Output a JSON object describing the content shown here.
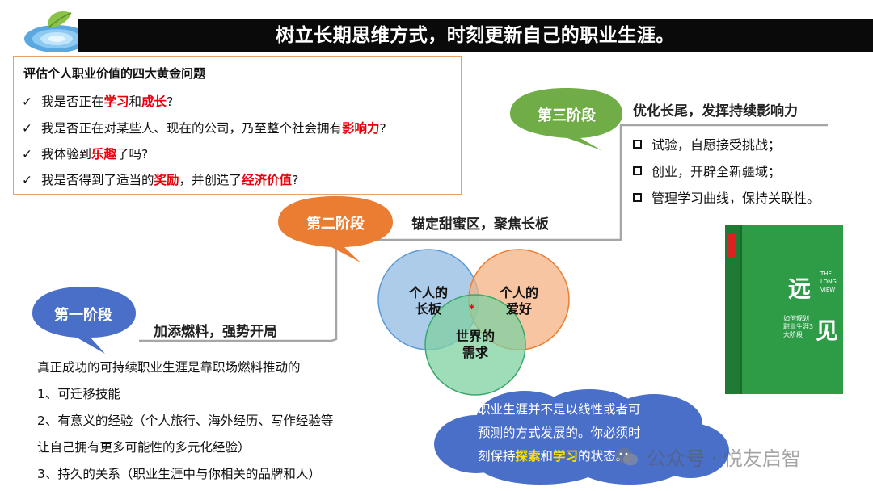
{
  "title": "树立长期思维方式，时刻更新自己的职业生涯。",
  "questions": {
    "heading": "评估个人职业价值的四大黄金问题",
    "check": "✓",
    "q1": {
      "a": "我是否正在",
      "b": "学习",
      "c": "和",
      "d": "成长",
      "e": "?"
    },
    "q2": {
      "a": "我是否正在对某些人、现在的公司，乃至整个社会拥有",
      "b": "影响力",
      "c": "?"
    },
    "q3": {
      "a": "我体验到",
      "b": "乐趣",
      "c": "了吗?"
    },
    "q4": {
      "a": "我是否得到了适当的",
      "b": "奖励",
      "c": "，并创造了",
      "d": "经济价值",
      "e": "?"
    }
  },
  "stages": {
    "s1": {
      "label": "第一阶段",
      "desc": "加添燃料，强势开局"
    },
    "s2": {
      "label": "第二阶段",
      "desc": "锚定甜蜜区，聚焦长板"
    },
    "s3": {
      "label": "第三阶段",
      "desc": "优化长尾，发挥持续影响力"
    }
  },
  "stage3_items": [
    "试验，自愿接受挑战；",
    "创业，开辟全新疆域；",
    "管理学习曲线，保持关联性。"
  ],
  "venn": {
    "c1": "个人的\n长板",
    "c2": "个人的\n爱好",
    "c3": "世界的\n需求",
    "star": "*"
  },
  "book": {
    "title_a": "远",
    "title_b": "见",
    "en": "THE LONG VIEW",
    "sub": "如何规划职业生涯3大阶段"
  },
  "career": {
    "intro": "真正成功的可持续职业生涯是靠职场燃料推动的",
    "i1": "1、可迁移技能",
    "i2a": "2、有意义的经验（个人旅行、海外经历、写作经验等",
    "i2b": "让自己拥有更多可能性的多元化经验）",
    "i3": "3、持久的关系（职业生涯中与你相关的品牌和人）"
  },
  "cloud": {
    "l1": "职业生涯并不是以线性或者可",
    "l2": "预测的方式发展的。你必须时",
    "l3a": "刻保持",
    "l3b": "探索",
    "l3c": "和",
    "l3d": "学习",
    "l3e": "的状态。"
  },
  "watermark": "公众号 · 悦友启智",
  "colors": {
    "stage1": "#4a6fc9",
    "stage2": "#ea7d32",
    "stage3": "#70ad47",
    "highlight": "#e8000b",
    "cloud": "#4a6fc9",
    "venn_blue": "#9dc3e6",
    "venn_orange": "#f4b183",
    "venn_green": "#7fd0a0",
    "book_green": "#2e9b47"
  }
}
